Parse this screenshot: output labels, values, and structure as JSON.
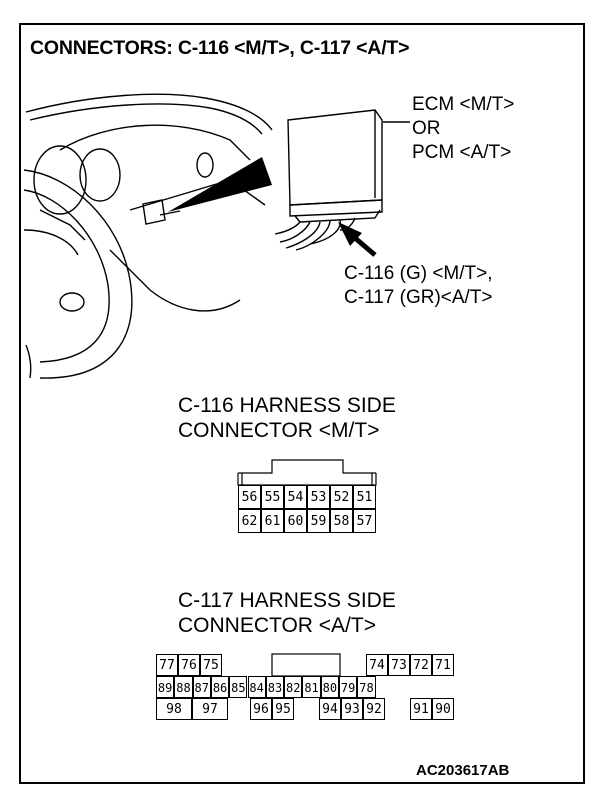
{
  "title": "CONNECTORS: C-116 <M/T>, C-117 <A/T>",
  "ecm_label": {
    "line1": "ECM <M/T>",
    "line2": "OR",
    "line3": "PCM <A/T>"
  },
  "pointer_label": {
    "line1": "C-116 (G) <M/T>,",
    "line2": "C-117 (GR)<A/T>"
  },
  "c116": {
    "title_line1": "C-116 HARNESS SIDE",
    "title_line2": "CONNECTOR <M/T>",
    "row1": [
      "56",
      "55",
      "54",
      "53",
      "52",
      "51"
    ],
    "row2": [
      "62",
      "61",
      "60",
      "59",
      "58",
      "57"
    ]
  },
  "c117": {
    "title_line1": "C-117 HARNESS SIDE",
    "title_line2": "CONNECTOR <A/T>",
    "row1_left": [
      "77",
      "76",
      "75"
    ],
    "row1_right": [
      "74",
      "73",
      "72",
      "71"
    ],
    "row2": [
      "89",
      "88",
      "87",
      "86",
      "85",
      "84",
      "83",
      "82",
      "81",
      "80",
      "79",
      "78"
    ],
    "row3_a": [
      "98",
      "97"
    ],
    "row3_b": [
      "96",
      "95"
    ],
    "row3_c": [
      "94",
      "93",
      "92"
    ],
    "row3_d": [
      "91",
      "90"
    ]
  },
  "figure_code": "AC203617AB"
}
